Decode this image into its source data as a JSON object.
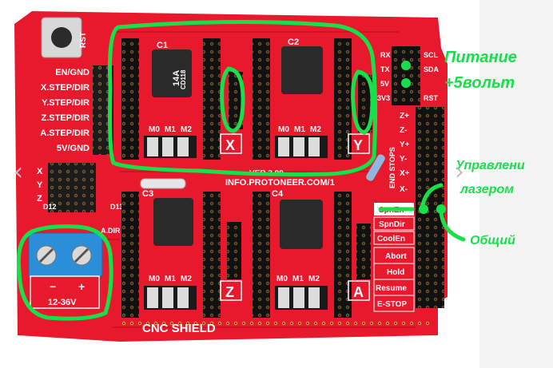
{
  "board": {
    "rst": "RST",
    "left_pins": [
      "EN/GND",
      "X.STEP/DIR",
      "Y.STEP/DIR",
      "Z.STEP/DIR",
      "A.STEP/DIR",
      "5V/GND"
    ],
    "axes_side": [
      "X",
      "Y",
      "Z"
    ],
    "d12": "D12",
    "d13": "D13",
    "adir": "A.DIR",
    "mode_labels": [
      "M0",
      "M1",
      "M2"
    ],
    "cap_labels": [
      "C1",
      "C2",
      "C3",
      "C4"
    ],
    "drv_axes": [
      "X",
      "Y",
      "Z",
      "A"
    ],
    "url": "INFO.PROTONEER.COM/1",
    "ver": "VER 3.00",
    "name": "CNC SHIELD",
    "terminal_minus": "−",
    "terminal_plus": "+",
    "voltage": "12-36V",
    "top_right": [
      "RX",
      "TX",
      "5V",
      "3V3"
    ],
    "top_right2": [
      "SCL",
      "SDA",
      "RST"
    ],
    "endstop_title": "END STOPS",
    "endstops": [
      "Z+",
      "Z-",
      "Y+",
      "Y-",
      "X+",
      "X-"
    ],
    "right_pins": [
      "SpnEn",
      "SpnDir",
      "CoolEn",
      "Abort",
      "Hold",
      "Resume",
      "E-STOP"
    ],
    "cap_value": "14A",
    "cap_brand": "CD118"
  },
  "annotations": {
    "power_line1": "Питание",
    "power_line2": "+5вольт",
    "laser_line1": "Управлени",
    "laser_line2": "лазером",
    "common": "Общий"
  },
  "colors": {
    "pcb": "#e8192c",
    "highlight": "#17e04a"
  },
  "icons": {
    "prev": "chevron-left",
    "next": "chevron-right"
  }
}
